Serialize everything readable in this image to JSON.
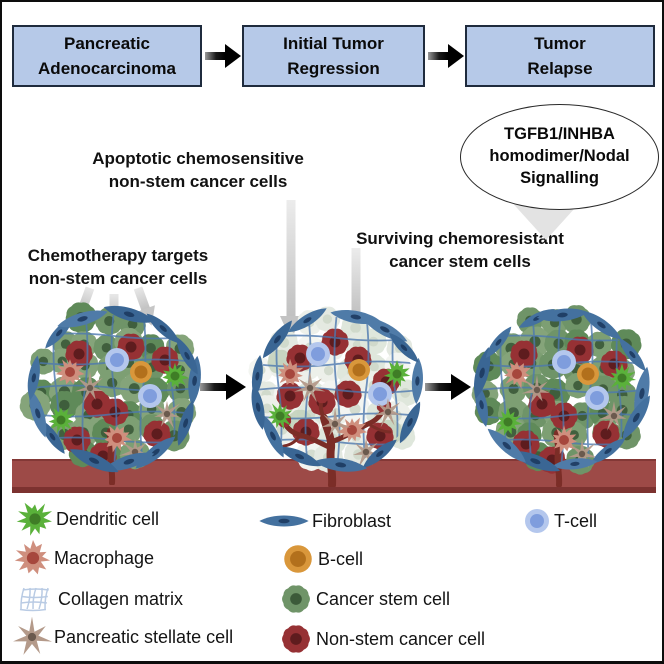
{
  "flowchart": {
    "steps": [
      {
        "label": "Pancreatic\nAdenocarcinoma"
      },
      {
        "label": "Initial Tumor\nRegression"
      },
      {
        "label": "Tumor\nRelapse"
      }
    ]
  },
  "callout": {
    "text": "TGFB1/INHBA\nhomodimer/Nodal\nSignalling"
  },
  "annotations": {
    "apoptotic": "Apoptotic chemosensitive\nnon-stem cancer cells",
    "chemotherapy": "Chemotherapy targets\nnon-stem cancer cells",
    "surviving": "Surviving chemoresistant\ncancer stem cells"
  },
  "legend": {
    "items": [
      {
        "icon": "dendritic",
        "label": "Dendritic cell"
      },
      {
        "icon": "macrophage",
        "label": "Macrophage"
      },
      {
        "icon": "collagen",
        "label": "Collagen matrix"
      },
      {
        "icon": "stellate",
        "label": "Pancreatic stellate cell"
      },
      {
        "icon": "fibroblast",
        "label": "Fibroblast"
      },
      {
        "icon": "bcell",
        "label": "B-cell"
      },
      {
        "icon": "csc",
        "label": "Cancer stem cell"
      },
      {
        "icon": "nscc",
        "label": "Non-stem cancer cell"
      },
      {
        "icon": "tcell",
        "label": "T-cell"
      }
    ]
  },
  "colors": {
    "box_fill": "#b6c9e8",
    "box_border": "#1f2b3d",
    "band": "#9d4a47",
    "band_dark": "#7c3230",
    "stem_green": "#6f9468",
    "stem_green_dark": "#3c5a39",
    "red": "#963134",
    "red_dark": "#5e1c1e",
    "ghost": "#edf0ea",
    "ghost_nucleus": "#ccd6c7",
    "collagen": "#4d79b0",
    "collagen_light": "#b9cbe4",
    "fibro": "#44719f",
    "fibro_dark": "#1d3a5f",
    "dendritic": "#5ab13a",
    "dendritic_dark": "#3f7d26",
    "macro": "#cf8f7e",
    "macro_dark": "#a6473d",
    "stellate": "#b49a8a",
    "stellate_dark": "#6b5a4e",
    "tcell": "#b4c7ed",
    "tcell_dark": "#7f9ddd",
    "bcell": "#d9973b",
    "bcell_dark": "#b2701c",
    "vessel": "#7b2d27",
    "arrow_gray": "#c6c6c6",
    "callout_triangle": "#e3e3e3"
  }
}
